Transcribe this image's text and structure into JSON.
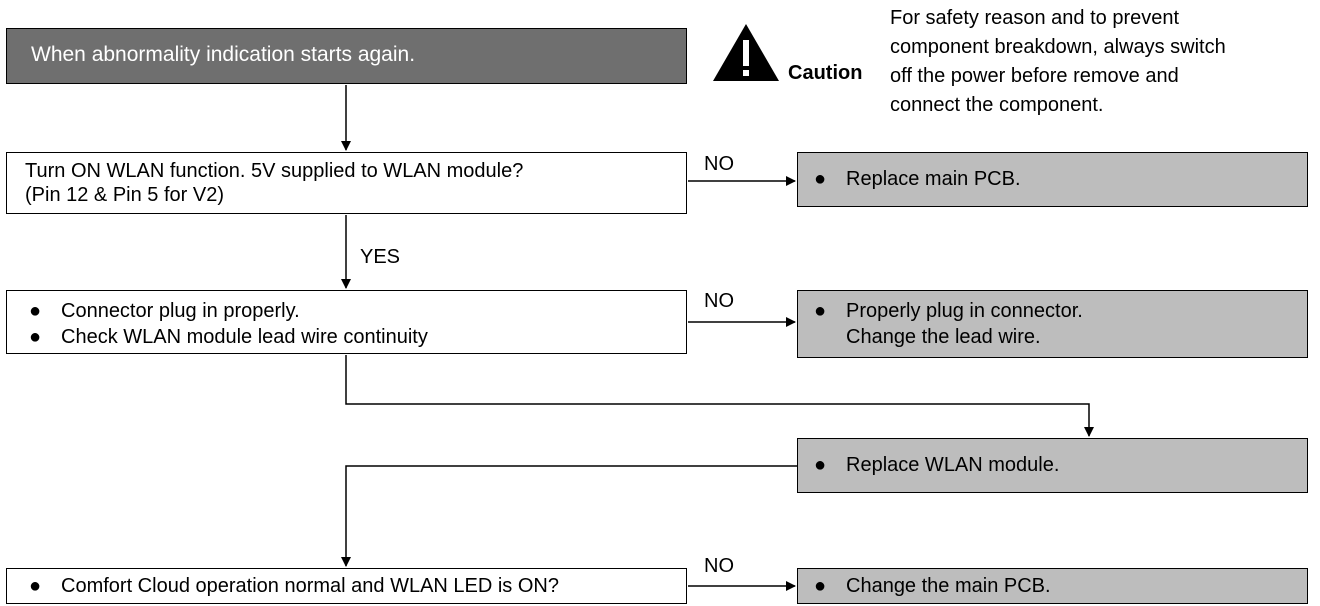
{
  "start": {
    "text": "When abnormality indication starts again."
  },
  "caution": {
    "label": "Caution",
    "lines": [
      "For safety reason and to prevent",
      "component breakdown, always switch",
      "off the power before remove and",
      "connect the component."
    ]
  },
  "q1": {
    "line1": "Turn ON WLAN function. 5V supplied to WLAN module?",
    "line2": "(Pin 12 & Pin 5 for V2)",
    "no_label": "NO",
    "yes_label": "YES",
    "no_action": "Replace main PCB."
  },
  "q2": {
    "item1": "Connector plug in properly.",
    "item2": "Check WLAN module lead wire continuity",
    "no_label": "NO",
    "no_action_line1": "Properly plug in connector.",
    "no_action_line2": "Change the lead wire."
  },
  "replace_wlan": {
    "text": "Replace WLAN module."
  },
  "q3": {
    "item1": "Comfort Cloud operation normal and WLAN LED is ON?",
    "no_label": "NO",
    "no_action": "Change the main PCB."
  },
  "bullet": "●",
  "colors": {
    "start_fill": "#6f6f6f",
    "action_fill": "#bdbdbd",
    "line": "#000000"
  }
}
